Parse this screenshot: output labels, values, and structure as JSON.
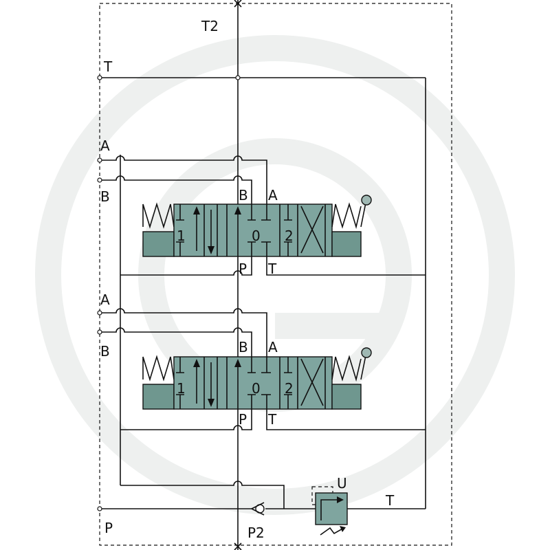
{
  "labels": {
    "top_t2": "T2",
    "left_t": "T",
    "valve1": {
      "left_a": "A",
      "left_b": "B",
      "port_b": "B",
      "port_a": "A",
      "port_p": "P",
      "port_t": "T",
      "pos1": "1",
      "pos0": "0",
      "pos2": "2"
    },
    "valve2": {
      "left_a": "A",
      "left_b": "B",
      "port_b": "B",
      "port_a": "A",
      "port_p": "P",
      "port_t": "T",
      "pos1": "1",
      "pos0": "0",
      "pos2": "2"
    },
    "relief_u": "U",
    "relief_t": "T",
    "bottom_p": "P",
    "bottom_p2": "P2"
  },
  "colors": {
    "valve_fill": "#7fa59f",
    "line": "#111111",
    "watermark": "#eef0ef"
  }
}
